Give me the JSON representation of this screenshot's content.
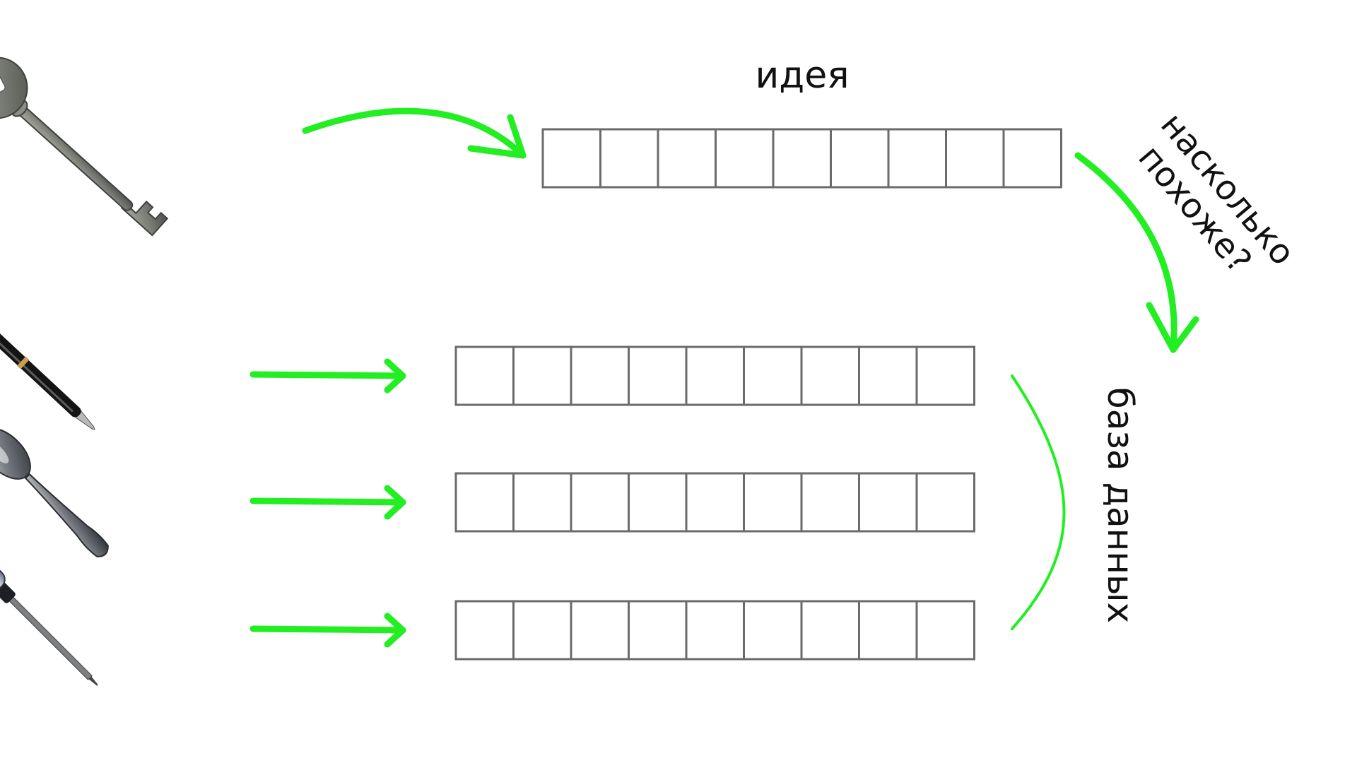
{
  "labels": {
    "idea": "идея",
    "similarity_line1": "насколько",
    "similarity_line2": "похоже?",
    "database": "база данных"
  },
  "objects": [
    {
      "name": "key",
      "icon": "key-icon"
    },
    {
      "name": "pen",
      "icon": "pen-icon"
    },
    {
      "name": "spoon",
      "icon": "spoon-icon"
    },
    {
      "name": "screwdriver",
      "icon": "screwdriver-icon"
    }
  ],
  "vectors": {
    "cells_per_vector": 9,
    "query_count": 1,
    "database_count": 3
  },
  "colors": {
    "arrow": "#22ee22",
    "cell_border": "#6b6b6b",
    "text": "#111111",
    "background": "#ffffff"
  }
}
